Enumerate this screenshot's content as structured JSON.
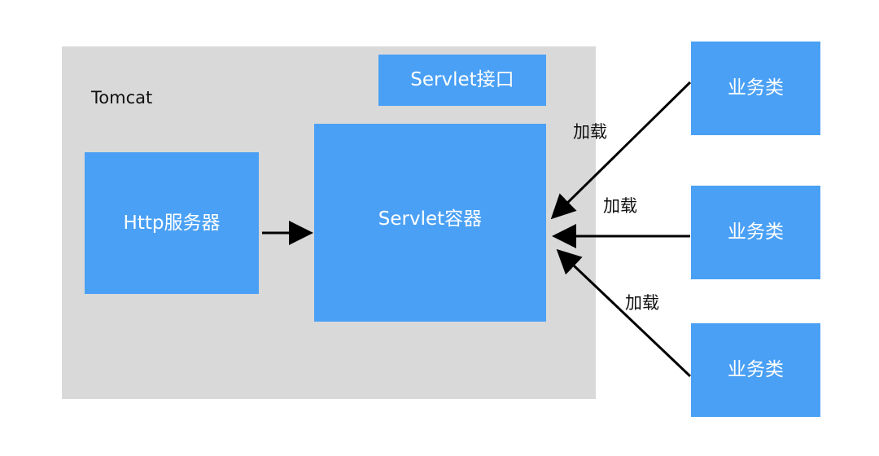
{
  "tomcat": {
    "label": "Tomcat"
  },
  "servlet_interface": {
    "label": "Servlet接口"
  },
  "http_server": {
    "label": "Http服务器"
  },
  "servlet_container": {
    "label": "Servlet容器"
  },
  "business_classes": [
    {
      "label": "业务类"
    },
    {
      "label": "业务类"
    },
    {
      "label": "业务类"
    }
  ],
  "edge_labels": [
    {
      "label": "加载"
    },
    {
      "label": "加载"
    },
    {
      "label": "加载"
    }
  ],
  "colors": {
    "box_fill": "#4aa0f5",
    "container_fill": "#d9d9d9",
    "arrow": "#000000"
  }
}
